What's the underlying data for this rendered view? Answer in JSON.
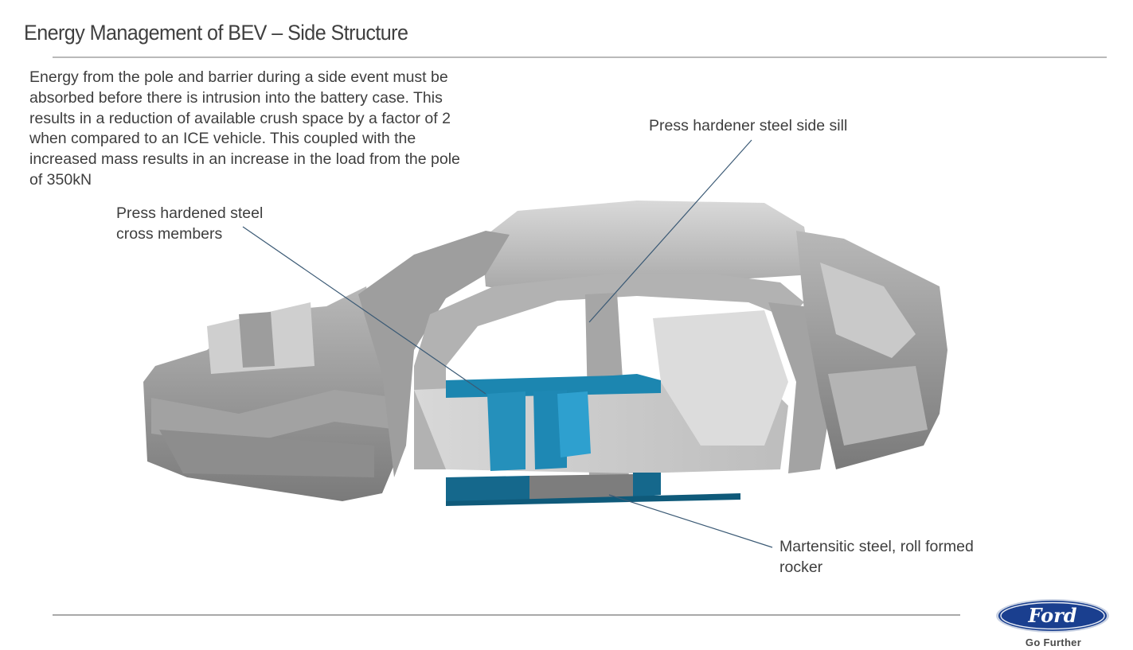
{
  "slide": {
    "title": "Energy Management of BEV – Side Structure",
    "body_text": "Energy from the pole and barrier during a side event must be absorbed before there is intrusion into the battery case.  This results in a reduction of available crush space by a factor of 2 when compared to an ICE vehicle.  This coupled with the increased mass results in an increase in the load from the pole of 350kN"
  },
  "callouts": {
    "cross_members": "Press hardened steel\ncross members",
    "side_sill": "Press hardener steel side sill",
    "rocker": "Martensitic steel, roll formed\nrocker"
  },
  "figure": {
    "subject": "BEV body-in-white side structure illustration",
    "highlight_color": "#1f86b0",
    "steel_color": "#8a8a8a"
  },
  "branding": {
    "logo_text": "Ford",
    "tagline": "Go Further",
    "logo_color": "#1a3f8f"
  }
}
